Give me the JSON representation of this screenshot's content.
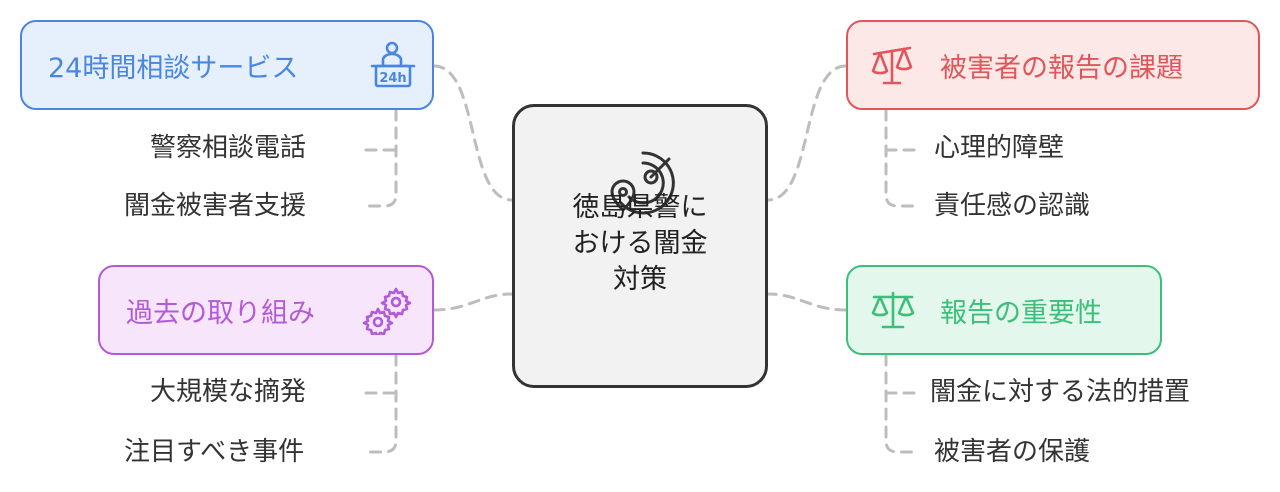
{
  "center": {
    "lines": [
      "徳島県警に",
      "おける闇金",
      "対策"
    ],
    "icon": "radar-location-icon"
  },
  "nodes": {
    "service": {
      "title": "24時間相談サービス",
      "icon": "24h-support-desk-icon",
      "color": "#4a86e0",
      "fill": "#e6f0fd",
      "items": [
        "警察相談電話",
        "闇金被害者支援"
      ]
    },
    "past": {
      "title": "過去の取り組み",
      "icon": "gears-icon",
      "color": "#b35ad8",
      "fill": "#f6e5fb",
      "items": [
        "大規模な摘発",
        "注目すべき事件"
      ]
    },
    "issues": {
      "title": "被害者の報告の課題",
      "icon": "scales-icon",
      "color": "#e0575b",
      "fill": "#fde8e8",
      "items": [
        "心理的障壁",
        "責任感の認識"
      ]
    },
    "importance": {
      "title": "報告の重要性",
      "icon": "balance-scale-icon",
      "color": "#3cbf7a",
      "fill": "#e4f7ec",
      "items": [
        "闇金に対する法的措置",
        "被害者の保護"
      ]
    }
  }
}
